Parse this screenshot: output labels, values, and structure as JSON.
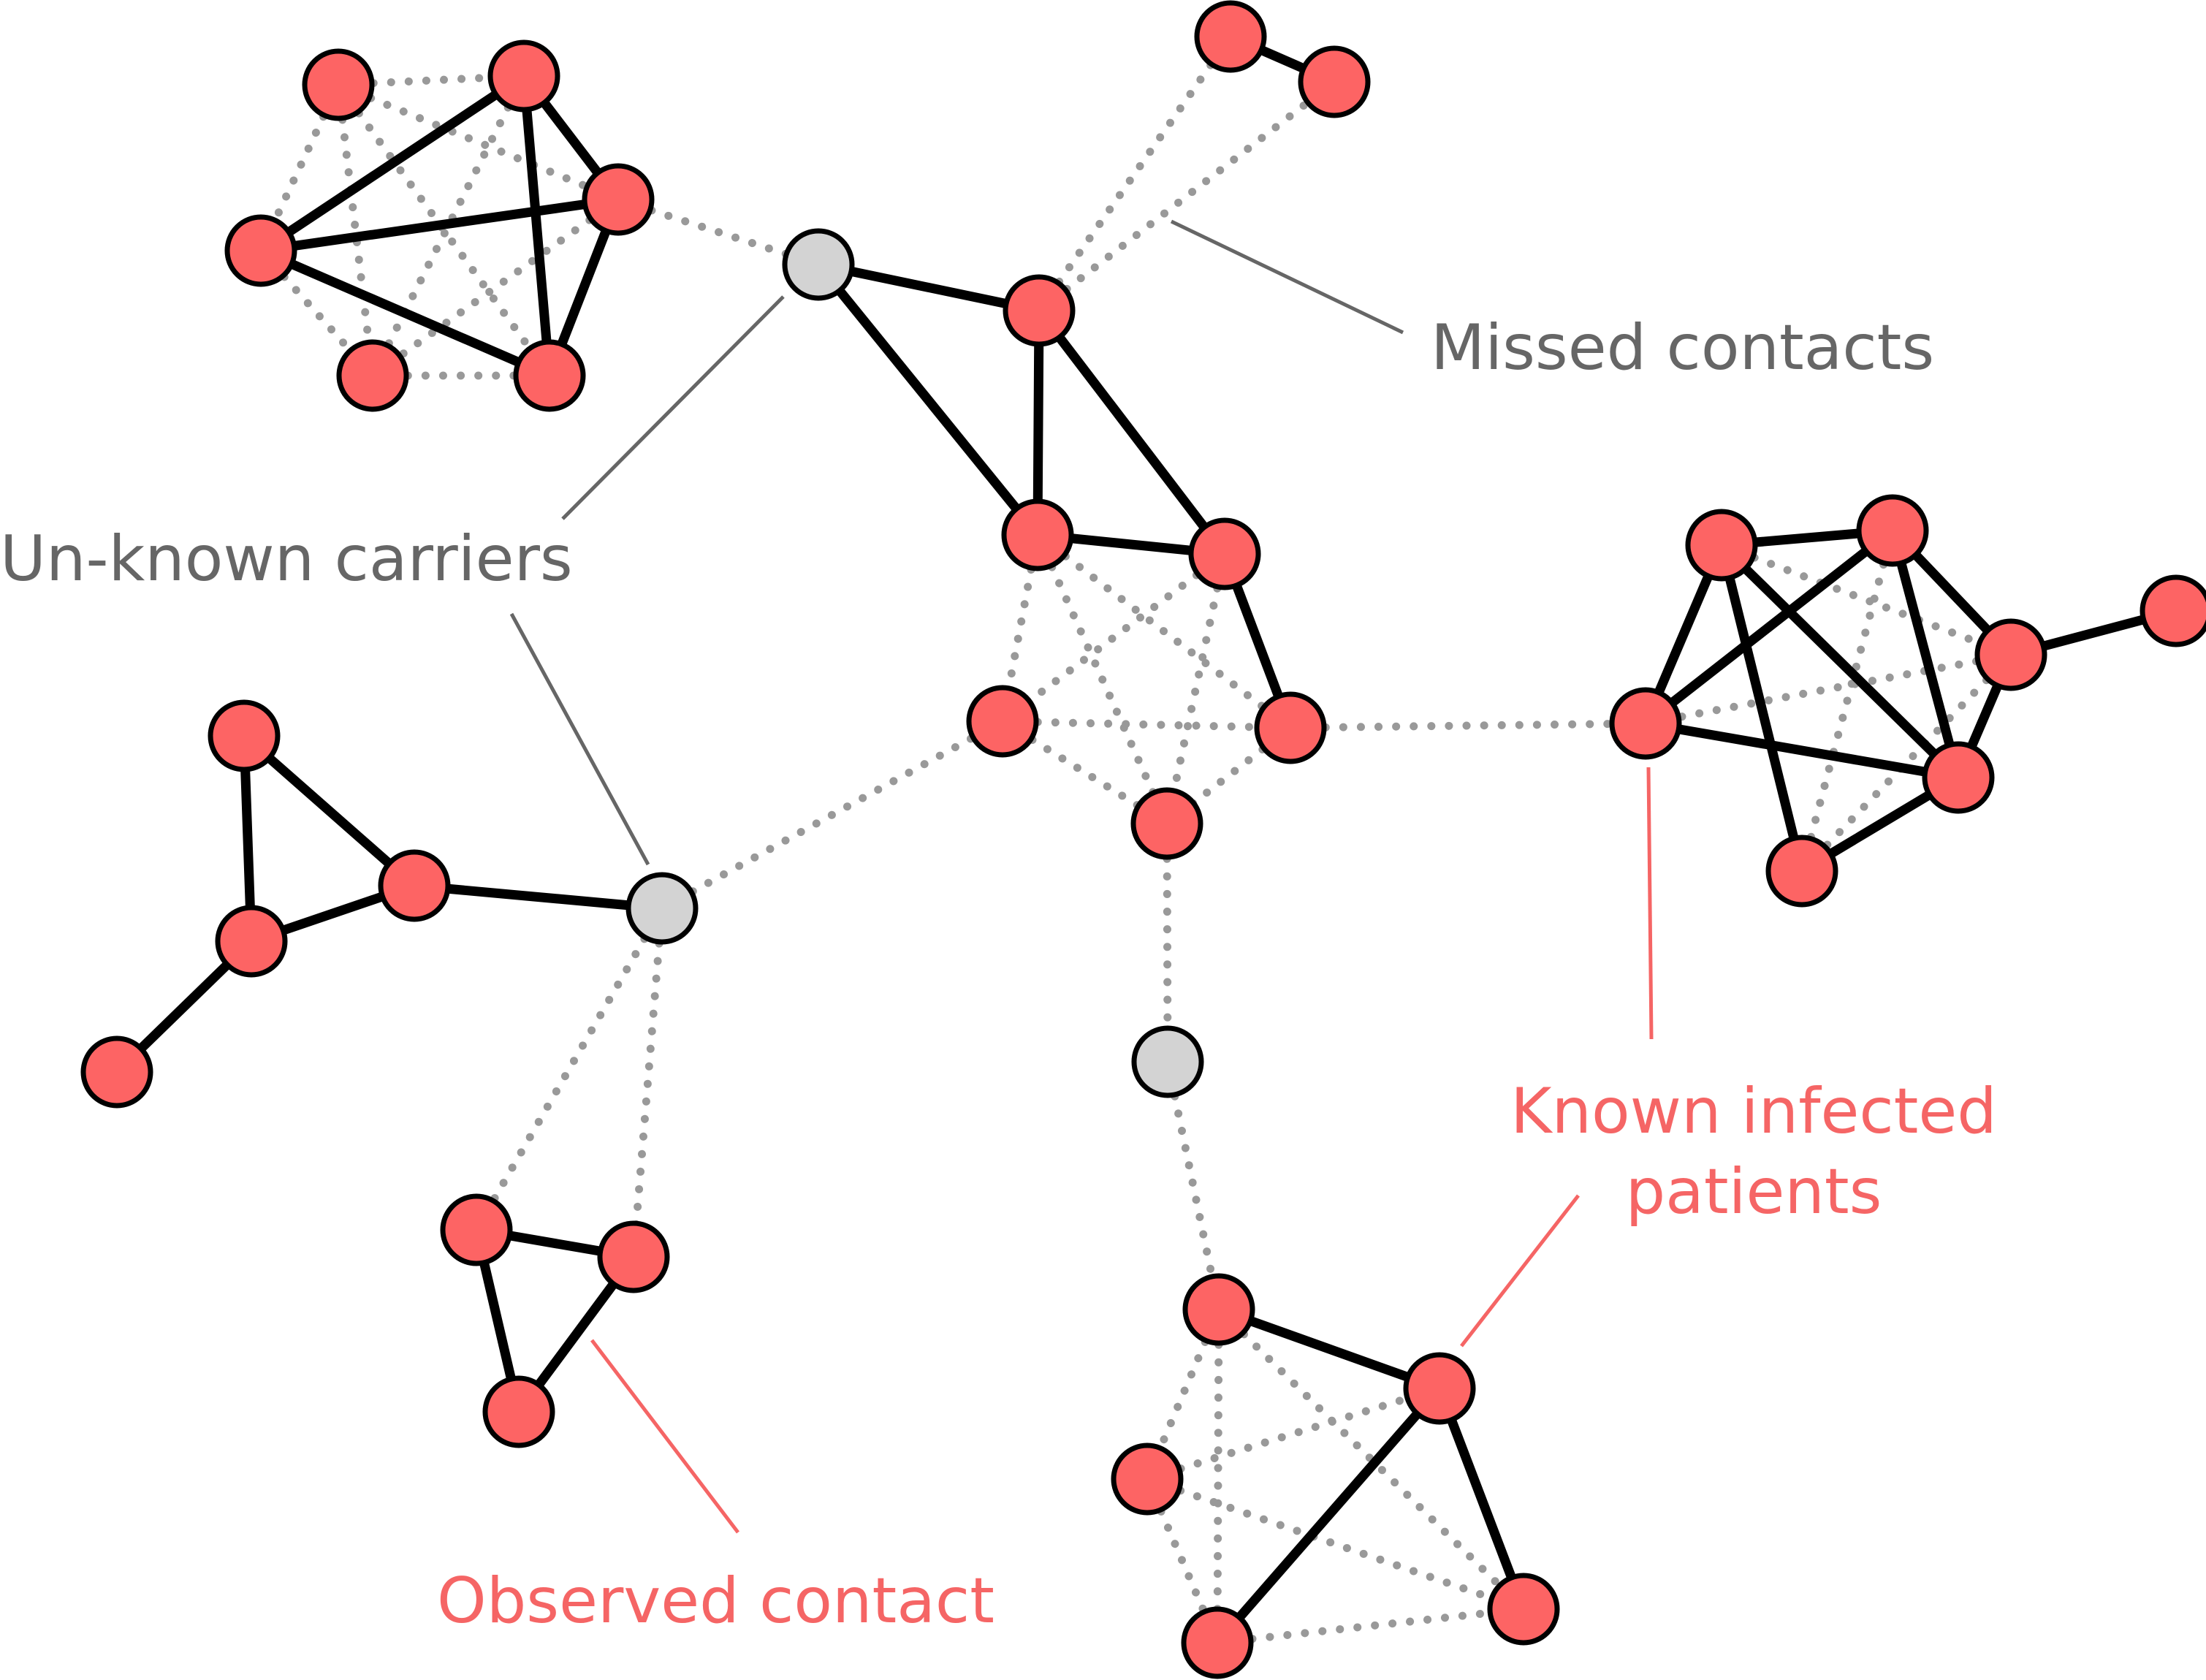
{
  "labels": {
    "missed_contacts": "Missed contacts",
    "unknown_carriers": "Un-known carriers",
    "known_infected_line1": "Known infected",
    "known_infected_line2": "patients",
    "observed_contact": "Observed contact"
  },
  "colors": {
    "infected_fill": "#fd6464",
    "carrier_fill": "#d3d3d3",
    "node_stroke": "#000000",
    "observed_edge": "#000000",
    "missed_edge": "#999999",
    "gray_text": "#666666",
    "red_text": "#f56565"
  }
}
